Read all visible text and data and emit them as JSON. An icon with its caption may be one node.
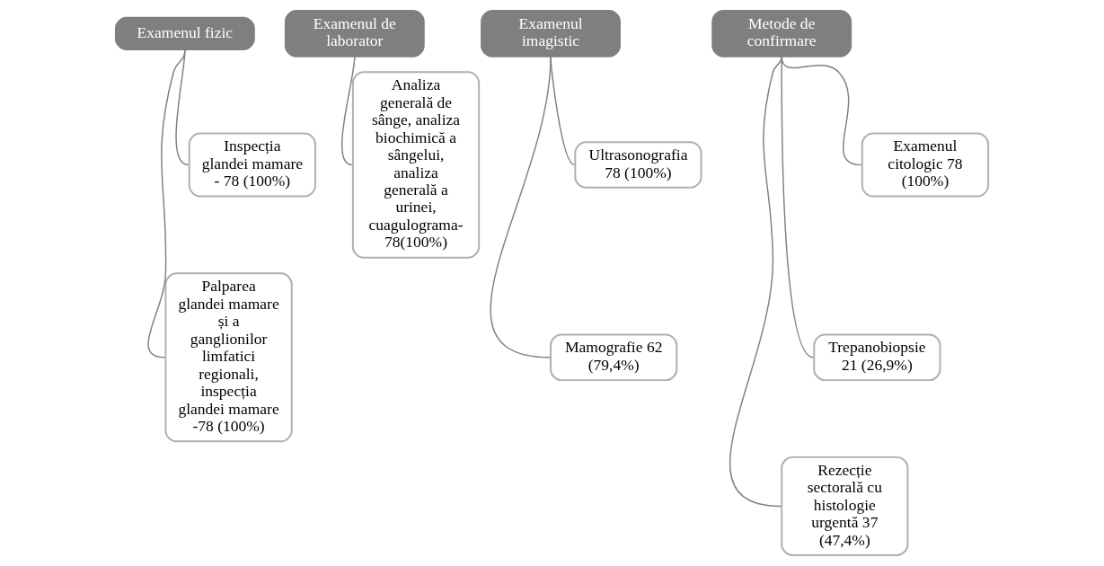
{
  "diagram": {
    "nodes": [
      {
        "text": [
          "Examenul fizic"
        ]
      },
      {
        "text": [
          "Inspecția glandei mamare - 78 (100%)"
        ]
      },
      {
        "text": [
          "Palparea glandei mamare și a ganglionilor limfatici regionali, inspecția glandei mamare -78 (100%)"
        ]
      },
      {
        "text": [
          "Examenul de laborator"
        ]
      },
      {
        "text": [
          "Analiza generală de sânge, analiza biochimică a sângelui, analiza generală a urinei, cuagulograma- 78(100%)"
        ]
      },
      {
        "text": [
          "Examenul imagistic"
        ]
      },
      {
        "text": [
          "Ultrasonografia 78 (100%)"
        ]
      },
      {
        "text": [
          "Mamografie 62 (79,4%)"
        ]
      },
      {
        "text": [
          "Metode de confirmare"
        ]
      },
      {
        "text": [
          "Examenul citologic 78 (100%)"
        ]
      },
      {
        "text": [
          "Trepanobiopsie 21 (26,9%)"
        ]
      },
      {
        "text": [
          "Rezecție sectorală cu histologie urgentă 37 (47,4%)"
        ]
      }
    ],
    "edges": [
      {
        "from": 0,
        "to": 1,
        "arrow": "none"
      },
      {
        "from": 0,
        "to": 2,
        "arrow": "none"
      },
      {
        "from": 3,
        "to": 4,
        "arrow": "none"
      },
      {
        "from": 5,
        "to": 6,
        "arrow": "none"
      },
      {
        "from": 5,
        "to": 7,
        "arrow": "none"
      },
      {
        "from": 8,
        "to": 9,
        "arrow": "none"
      },
      {
        "from": 8,
        "to": 10,
        "arrow": "none"
      },
      {
        "from": 8,
        "to": 11,
        "arrow": "none"
      }
    ]
  }
}
